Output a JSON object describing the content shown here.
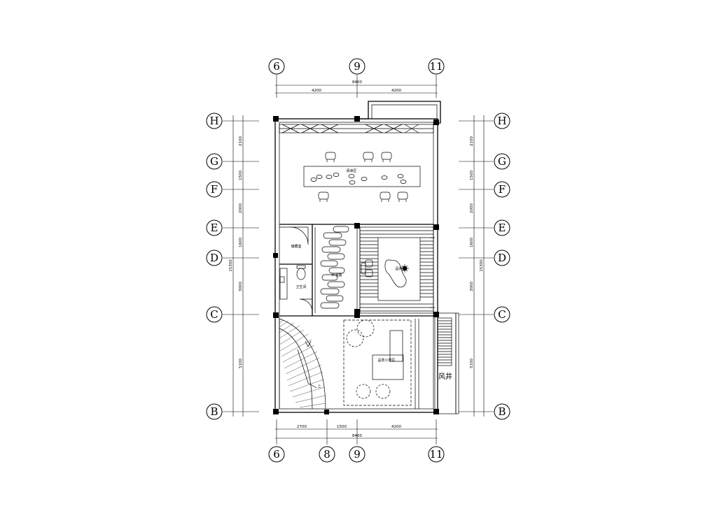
{
  "axes": {
    "top": [
      "6",
      "9",
      "11"
    ],
    "bottom": [
      "6",
      "8",
      "9",
      "11"
    ],
    "left": [
      "H",
      "G",
      "F",
      "E",
      "D",
      "C",
      "B"
    ],
    "right": [
      "H",
      "G",
      "F",
      "E",
      "D",
      "C",
      "B"
    ]
  },
  "dimensions": {
    "top_total": "8400",
    "top_segments": [
      "4200",
      "4200"
    ],
    "bottom_total": "8400",
    "bottom_segments": [
      "2700",
      "1500",
      "4200"
    ],
    "left_total": "15300",
    "left_segments": [
      "2100",
      "1500",
      "2000",
      "1600",
      "3000",
      "5100"
    ],
    "right_total": "15300",
    "right_segments": [
      "2100",
      "1500",
      "2000",
      "1600",
      "3000",
      "5100"
    ]
  },
  "rooms": {
    "reading_area": "阅读区",
    "storage": "储藏室",
    "toilet": "卫生间",
    "display": "红酒展",
    "tea": "品茶区",
    "tasting": "品茶小憩区",
    "stair_up": "上",
    "shaft": "风井"
  }
}
